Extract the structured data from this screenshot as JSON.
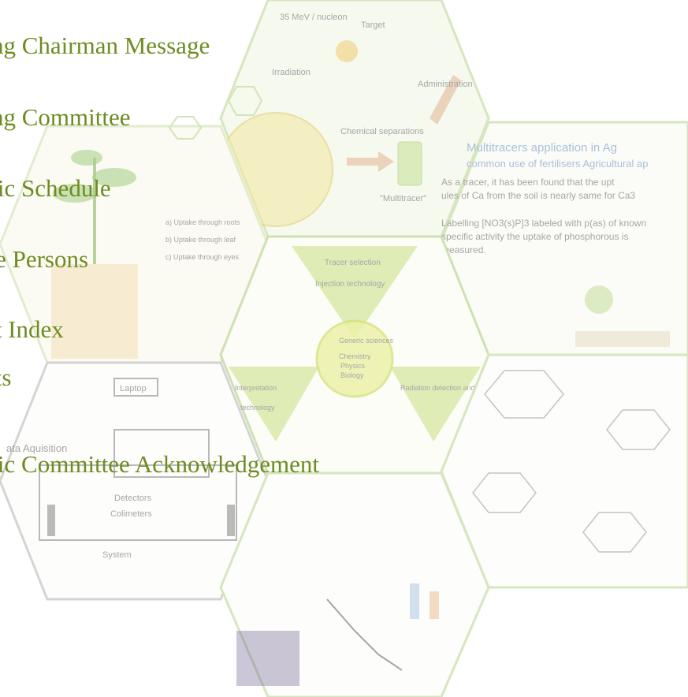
{
  "menu": {
    "items": [
      {
        "label": "izing Chairman Message"
      },
      {
        "label": "izing Committee"
      },
      {
        "label": "ific Schedule"
      },
      {
        "label": "rce Persons"
      },
      {
        "label": "ct Index"
      },
      {
        "label": "cts"
      },
      {
        "label": "ific Committee Acknowledgement"
      }
    ]
  },
  "background": {
    "colors": {
      "hex_green": "#c6dca0",
      "hex_olive": "#9fbd5f",
      "hex_grey": "#bdbdbd"
    },
    "tiles": {
      "top": {
        "texts": [
          "35 MeV / nucleon",
          "Irradiation",
          "Target",
          "Administration",
          "Chemical separations",
          "\"Multitracer\""
        ]
      },
      "left": {
        "texts": [
          "a) Uptake through roots",
          "b) Uptake through leaf",
          "c) Uptake through eyes"
        ]
      },
      "right": {
        "texts": [
          "Multitracers application in Ag",
          "common use of fertilisers Agricultural ap",
          "As a tracer, it has been found that the upt",
          "ules of Ca from the soil is nearly same for Ca3",
          "Labelling [NO3(s)P]3 labeled with p(as) of known",
          "specific activity the uptake of phosphorous is",
          "measured."
        ]
      },
      "center": {
        "texts": [
          "Tracer selection",
          "Injection technology",
          "Generic sciences",
          "Chemistry",
          "Physics",
          "Biology",
          "Interpretation",
          "technology",
          "Radiation detection and measurement"
        ]
      },
      "bottom_left": {
        "texts": [
          "Laptop",
          "ata Aquisition",
          "Detectors",
          "Colimeters",
          "System"
        ]
      }
    }
  }
}
